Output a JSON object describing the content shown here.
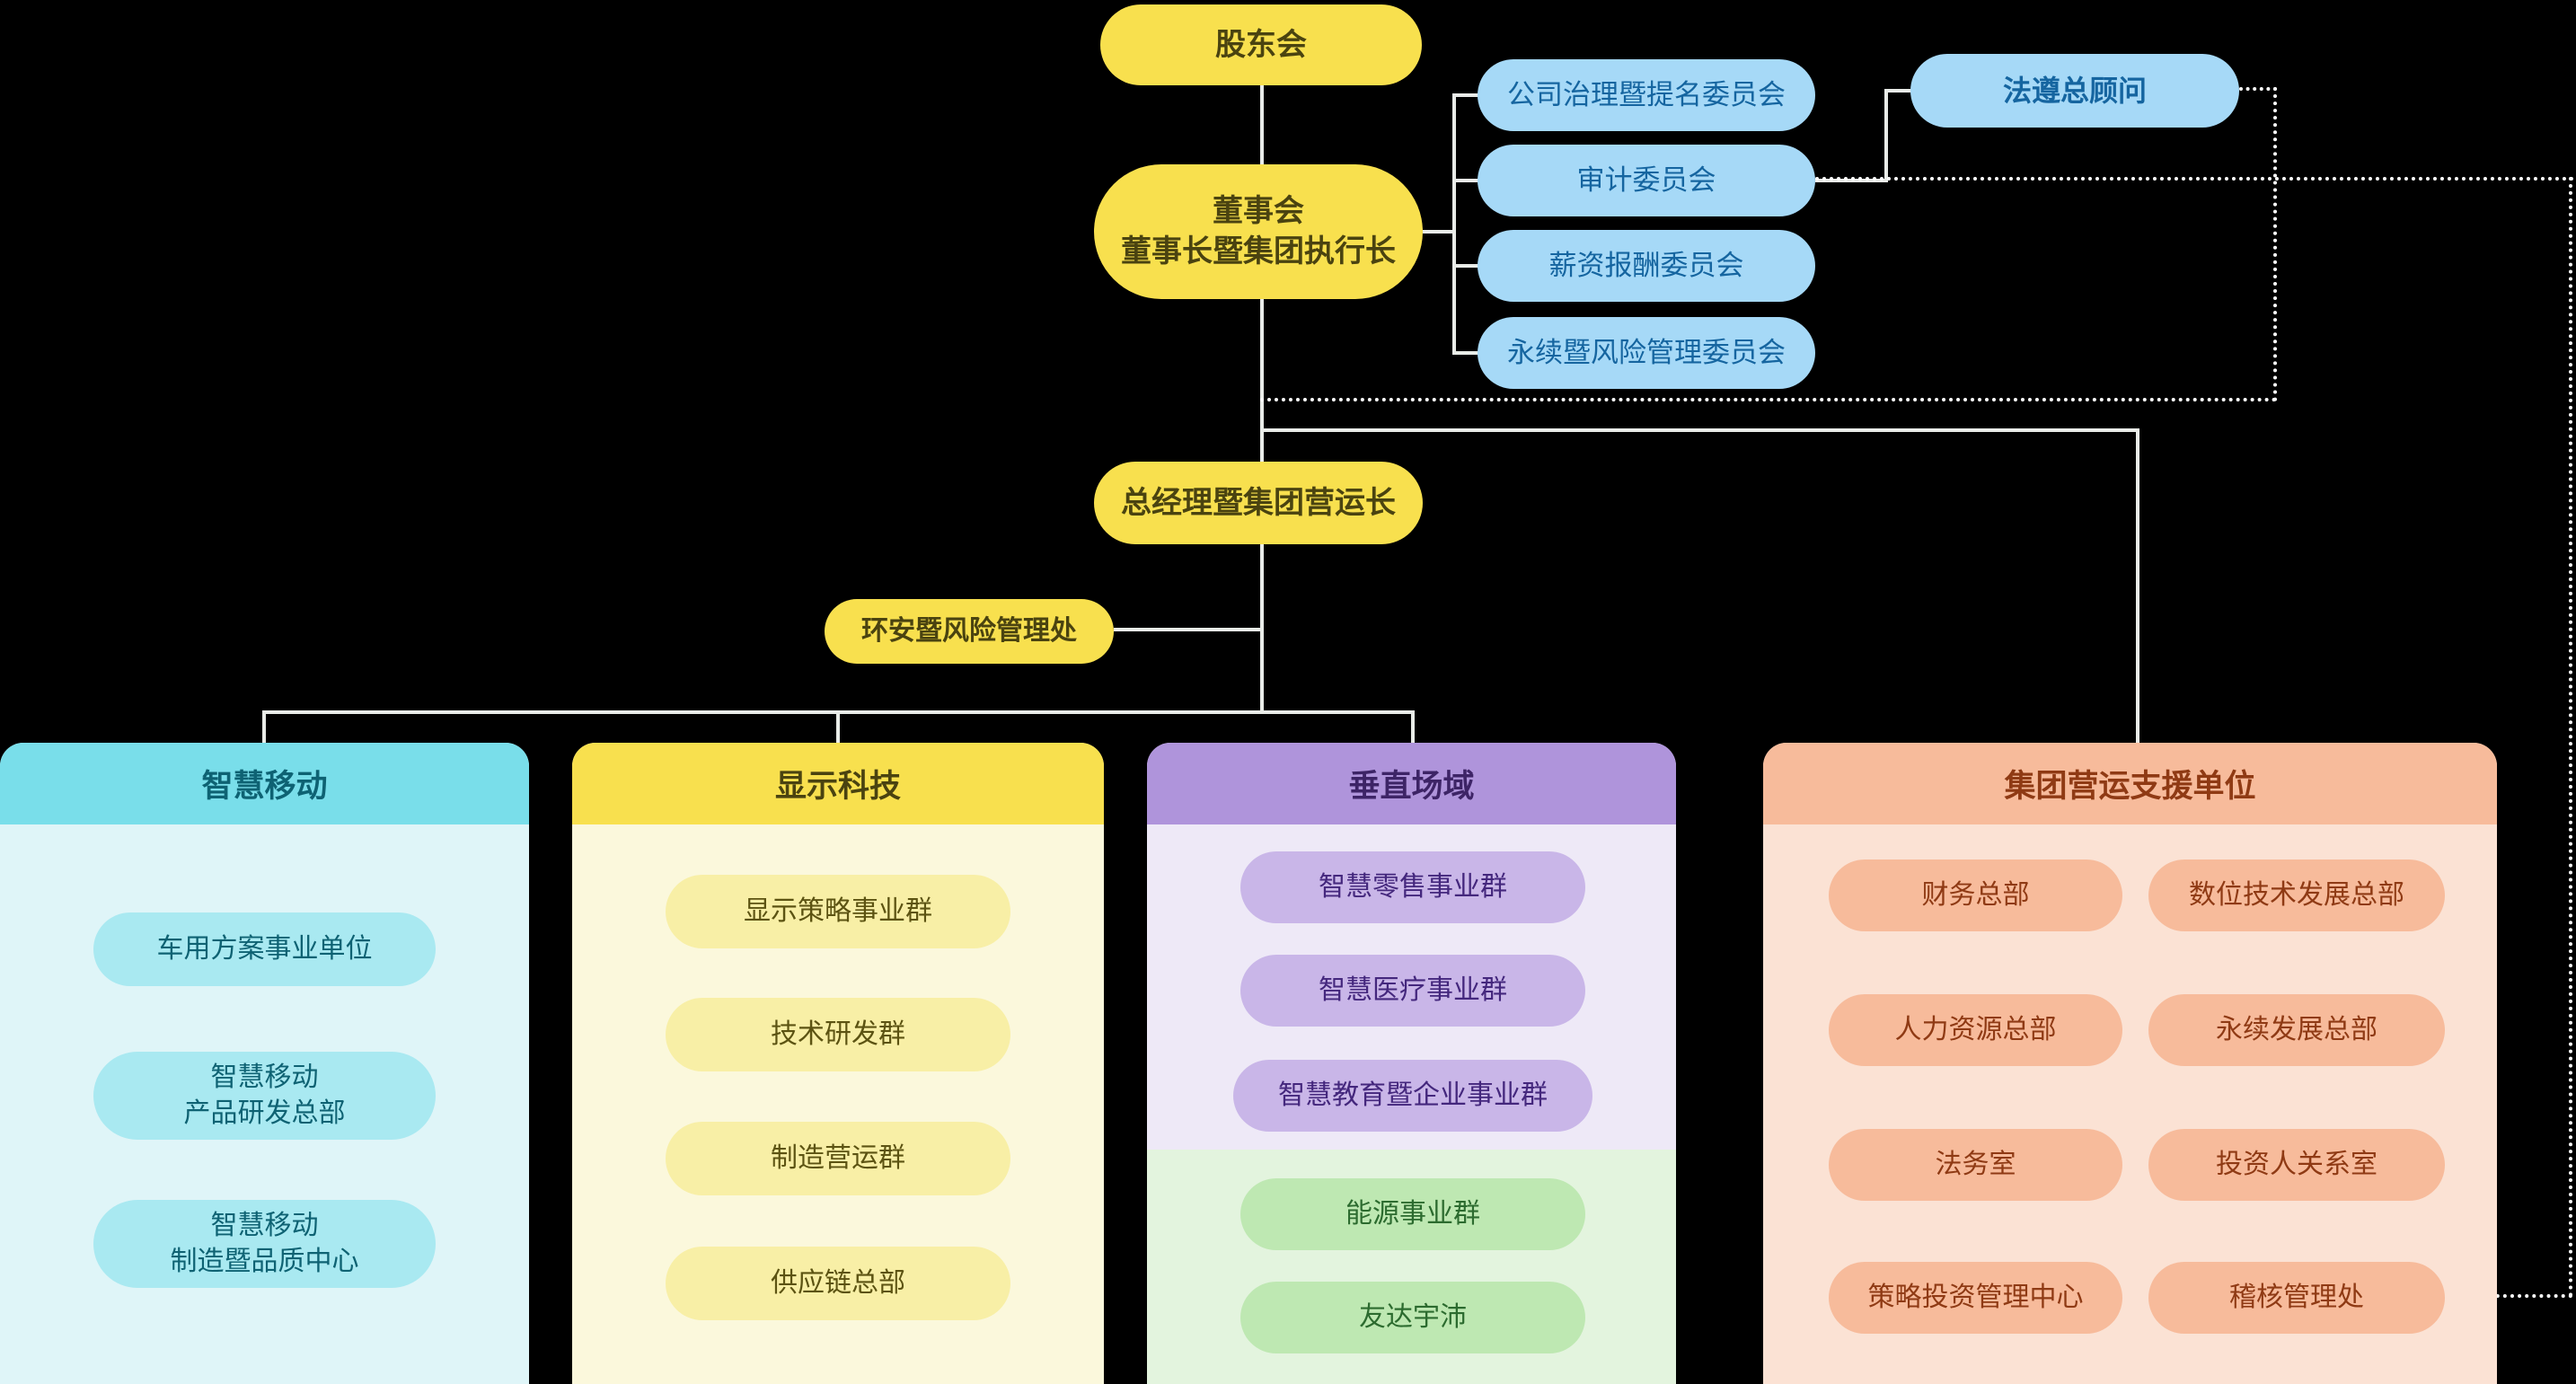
{
  "colors": {
    "bg": "#000000",
    "yellow": "#F8E04E",
    "yellow-text": "#4A4310",
    "yellow-body": "#FBF8DC",
    "yellow-pill": "#F8EFA6",
    "yellow-deep": "#5C5312",
    "blue": "#A6D9F7",
    "blue-text": "#1565A0",
    "line": "#E9ECE8",
    "dotted": "#FFFFFF",
    "cyan-header": "#79DEEA",
    "cyan-body": "#DFF5F8",
    "cyan-pill": "#A9E9F1",
    "cyan-text": "#0E6273",
    "purple-header": "#AF94DB",
    "purple-body": "#EEE9F7",
    "purple-pill": "#C9B6E8",
    "purple-text": "#44277D",
    "purple-deep": "#3D2466",
    "green-body": "#E3F4DE",
    "green-pill": "#BEE8B2",
    "green-text": "#2C6B2F",
    "peach-header": "#F7BB9B",
    "peach-body": "#FBE2D4",
    "peach-pill": "#F7BB9B",
    "peach-text": "#8F3A14"
  },
  "nodes": {
    "shareholders": "股东会",
    "board": "董事会\n董事长暨集团执行长",
    "president": "总经理暨集团营运长",
    "esh": "环安暨风险管理处",
    "compliance": "法遵总顾问"
  },
  "committees": [
    {
      "label": "公司治理暨提名委员会"
    },
    {
      "label": "审计委员会"
    },
    {
      "label": "薪资报酬委员会"
    },
    {
      "label": "永续暨风险管理委员会"
    }
  ],
  "divisions": [
    {
      "name": "智慧移动",
      "items": [
        "车用方案事业单位",
        "智慧移动\n产品研发总部",
        "智慧移动\n制造暨品质中心"
      ]
    },
    {
      "name": "显示科技",
      "items": [
        "显示策略事业群",
        "技术研发群",
        "制造营运群",
        "供应链总部"
      ]
    },
    {
      "name": "垂直场域",
      "items": [
        "智慧零售事业群",
        "智慧医疗事业群",
        "智慧教育暨企业事业群"
      ],
      "green_items": [
        "能源事业群",
        "友达宇沛"
      ]
    },
    {
      "name": "集团营运支援单位",
      "items": [
        "财务总部",
        "数位技术发展总部",
        "人力资源总部",
        "永续发展总部",
        "法务室",
        "投资人关系室",
        "策略投资管理中心",
        "稽核管理处"
      ]
    }
  ]
}
